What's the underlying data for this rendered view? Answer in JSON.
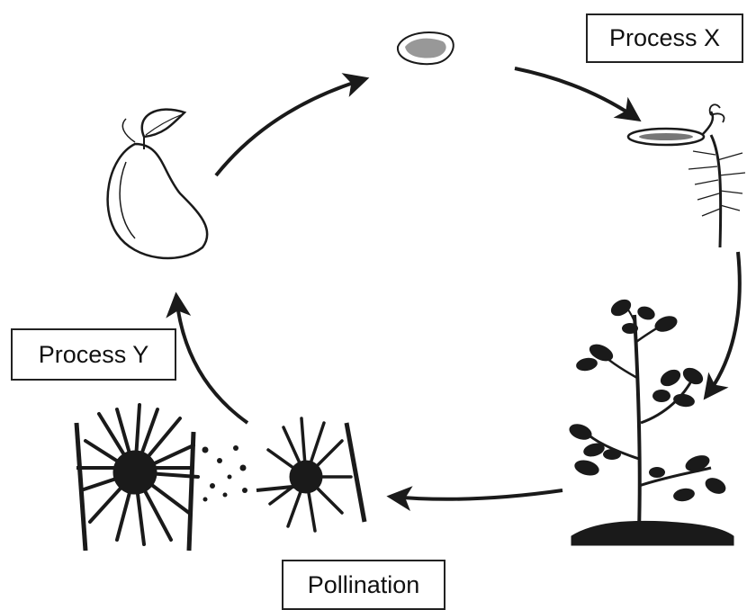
{
  "labels": {
    "process_x": "Process X",
    "process_y": "Process Y",
    "pollination": "Pollination"
  },
  "stages": [
    "mango-fruit",
    "seed",
    "germinating-seedling",
    "mature-plant",
    "flowers"
  ],
  "colors": {
    "ink": "#1a1a1a",
    "paper": "#ffffff"
  }
}
